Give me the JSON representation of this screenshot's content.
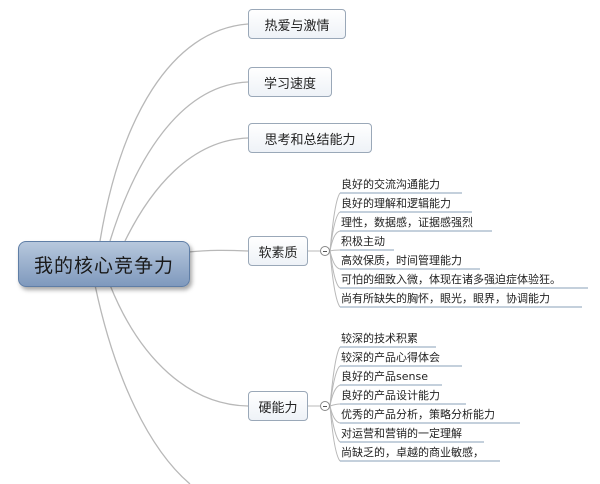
{
  "root": {
    "label": "我的核心竞争力"
  },
  "branches": [
    {
      "label": "热爱与激情"
    },
    {
      "label": "学习速度"
    },
    {
      "label": "思考和总结能力"
    },
    {
      "label": "软素质"
    },
    {
      "label": "硬能力"
    }
  ],
  "soft_items": [
    "良好的交流沟通能力",
    "良好的理解和逻辑能力",
    "理性，数据感，证据感强烈",
    "积极主动",
    "高效保质，时间管理能力",
    "可怕的细致入微，体现在诸多强迫症体验狂。",
    "尚有所缺失的胸怀，眼光，眼界，协调能力"
  ],
  "hard_items": [
    "较深的技术积累",
    "较深的产品心得体会",
    "良好的产品sense",
    "良好的产品设计能力",
    "优秀的产品分析，策略分析能力",
    "对运营和营销的一定理解",
    "尚缺乏的，卓越的商业敏感，"
  ]
}
